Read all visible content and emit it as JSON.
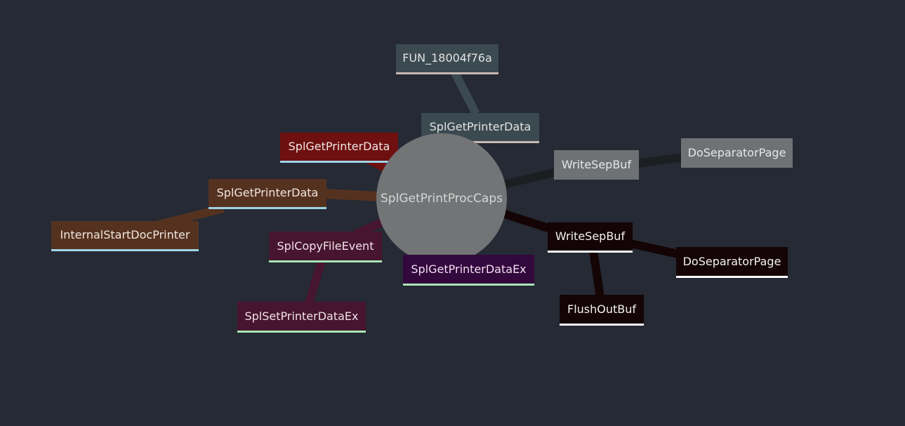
{
  "root": {
    "label": "SplGetPrintProcCaps"
  },
  "nodes": {
    "fun": {
      "label": "FUN_18004f76a"
    },
    "spl_get_printer_data_top": {
      "label": "SplGetPrinterData"
    },
    "spl_get_printer_data_red": {
      "label": "SplGetPrinterData"
    },
    "write_sep_buf_gray": {
      "label": "WriteSepBuf"
    },
    "do_separator_page_gray": {
      "label": "DoSeparatorPage"
    },
    "spl_get_printer_data_brown": {
      "label": "SplGetPrinterData"
    },
    "internal_start_doc_printer": {
      "label": "InternalStartDocPrinter"
    },
    "spl_copy_file_event": {
      "label": "SplCopyFileEvent"
    },
    "spl_set_printer_data_ex": {
      "label": "SplSetPrinterDataEx"
    },
    "spl_get_printer_data_ex": {
      "label": "SplGetPrinterDataEx"
    },
    "write_sep_buf_black": {
      "label": "WriteSepBuf"
    },
    "do_separator_page_black": {
      "label": "DoSeparatorPage"
    },
    "flush_out_buf": {
      "label": "FlushOutBuf"
    }
  },
  "colors": {
    "background": "#252a34",
    "root": "#727476",
    "slate": "#3b4a50",
    "red": "#6e1010",
    "gray": "#6f7274",
    "brown": "#55321f",
    "plum": "#47152f",
    "purple": "#33083d",
    "black": "#140405"
  }
}
